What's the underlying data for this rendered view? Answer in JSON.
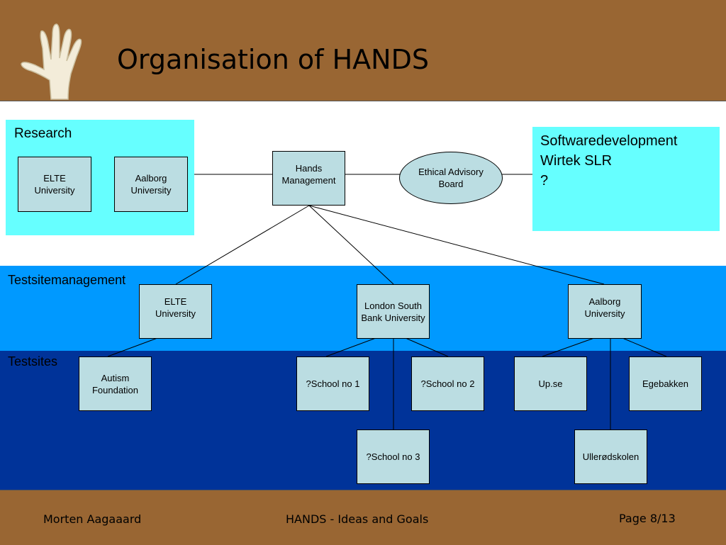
{
  "slide": {
    "title": "Organisation of HANDS"
  },
  "sections": {
    "research": "Research",
    "testsitemanagement": "Testsitemanagement",
    "testsites": "Testsites"
  },
  "research_boxes": {
    "elte": "ELTE\nUniversity",
    "aalborg": "Aalborg\nUniversity"
  },
  "management": {
    "hands": "Hands\nManagement",
    "ethical": "Ethical Advisory\nBoard"
  },
  "software": {
    "text": "Softwaredevelopment\nWirtek SLR\n?"
  },
  "testsite_management": {
    "elte": "ELTE\nUniversity",
    "london": "London South\nBank University",
    "aalborg": "Aalborg\nUniversity"
  },
  "testsites": {
    "autism": "Autism\nFoundation",
    "school1": "?School no 1",
    "school2": "?School no 2",
    "school3": "?School no 3",
    "upse": "Up.se",
    "egebakken": "Egebakken",
    "ullerodskolen": "Ullerødskolen"
  },
  "footer": {
    "author": "Morten Aagaaard",
    "subject": "HANDS - Ideas and Goals",
    "page": "Page 8/13"
  },
  "colors": {
    "header_footer": "#996633",
    "panel": "#66ffff",
    "band_mid": "#0099ff",
    "band_low": "#003399",
    "box": "#bbdde2"
  },
  "icons": {
    "logo": "hand-icon"
  }
}
